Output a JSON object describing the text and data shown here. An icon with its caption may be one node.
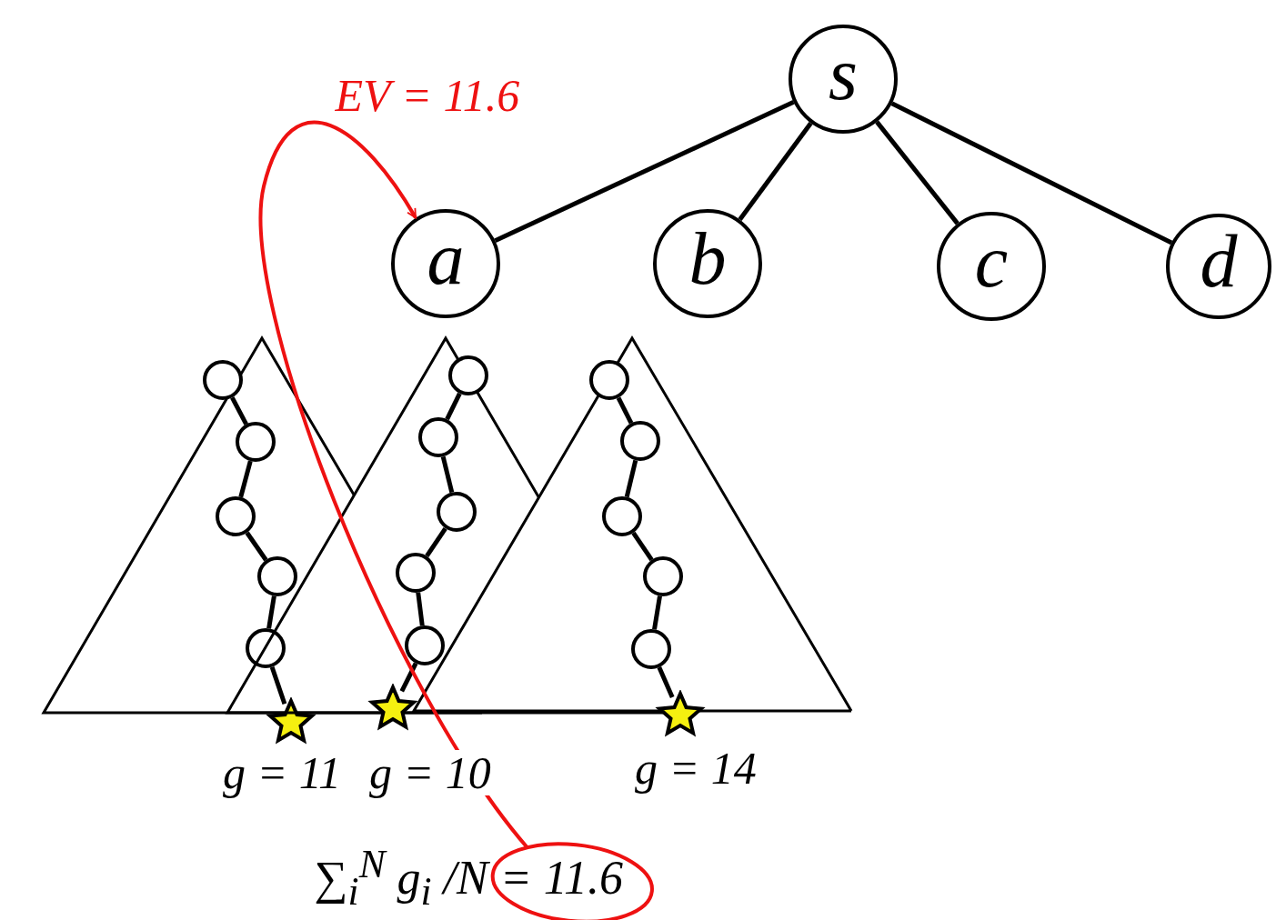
{
  "diagram": {
    "nodes": [
      {
        "text": [
          "s"
        ]
      },
      {
        "text": [
          "a"
        ]
      },
      {
        "text": [
          "b"
        ]
      },
      {
        "text": [
          "c"
        ]
      },
      {
        "text": [
          "d"
        ]
      },
      {
        "text": [],
        "shape": "circle"
      },
      {
        "text": [],
        "shape": "circle"
      },
      {
        "text": [],
        "shape": "circle"
      },
      {
        "text": [],
        "shape": "circle"
      },
      {
        "text": [],
        "shape": "circle"
      },
      {
        "text": [],
        "shape": "star",
        "beside": [
          "g = 11"
        ]
      },
      {
        "text": [],
        "shape": "circle"
      },
      {
        "text": [],
        "shape": "circle"
      },
      {
        "text": [],
        "shape": "circle"
      },
      {
        "text": [],
        "shape": "circle"
      },
      {
        "text": [],
        "shape": "circle"
      },
      {
        "text": [],
        "shape": "star",
        "beside": [
          "g = 10"
        ]
      },
      {
        "text": [],
        "shape": "circle"
      },
      {
        "text": [],
        "shape": "circle"
      },
      {
        "text": [],
        "shape": "circle"
      },
      {
        "text": [],
        "shape": "circle"
      },
      {
        "text": [],
        "shape": "circle"
      },
      {
        "text": [],
        "shape": "star",
        "beside": [
          "g = 14"
        ]
      },
      {
        "text": [
          "∑$_{i}$$^{N}$ g$_{i}$ /N = 11.6"
        ]
      }
    ],
    "edges": [
      {
        "from": 0,
        "to": 1,
        "arrow": "none"
      },
      {
        "from": 0,
        "to": 2,
        "arrow": "none"
      },
      {
        "from": 0,
        "to": 3,
        "arrow": "none"
      },
      {
        "from": 0,
        "to": 4,
        "arrow": "none"
      },
      {
        "from": 5,
        "to": 6,
        "arrow": "none"
      },
      {
        "from": 6,
        "to": 7,
        "arrow": "none"
      },
      {
        "from": 7,
        "to": 8,
        "arrow": "none"
      },
      {
        "from": 8,
        "to": 9,
        "arrow": "none"
      },
      {
        "from": 9,
        "to": 10,
        "arrow": "none"
      },
      {
        "from": 11,
        "to": 12,
        "arrow": "none"
      },
      {
        "from": 12,
        "to": 13,
        "arrow": "none"
      },
      {
        "from": 13,
        "to": 14,
        "arrow": "none"
      },
      {
        "from": 14,
        "to": 15,
        "arrow": "none"
      },
      {
        "from": 15,
        "to": 16,
        "arrow": "none"
      },
      {
        "from": 17,
        "to": 18,
        "arrow": "none"
      },
      {
        "from": 18,
        "to": 19,
        "arrow": "none"
      },
      {
        "from": 19,
        "to": 20,
        "arrow": "none"
      },
      {
        "from": 20,
        "to": 21,
        "arrow": "none"
      },
      {
        "from": 21,
        "to": 22,
        "arrow": "none"
      },
      {
        "from": 23,
        "to": 1,
        "arrow": "to",
        "label": "EV = 11.6",
        "color": "#ee1111"
      }
    ]
  }
}
